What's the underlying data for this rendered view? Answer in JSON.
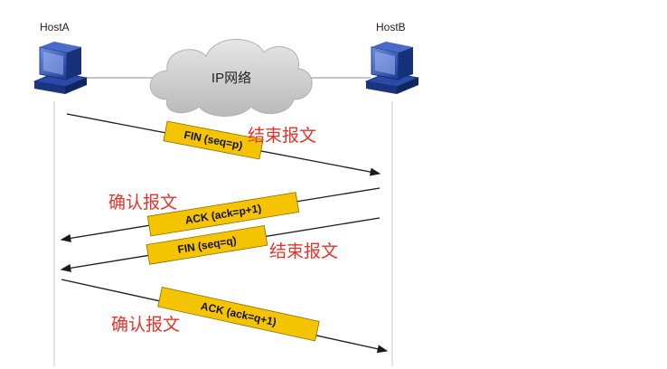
{
  "hosts": {
    "a": {
      "label": "HostA",
      "icon": "computer-icon"
    },
    "b": {
      "label": "HostB",
      "icon": "computer-icon"
    }
  },
  "network": {
    "label": "IP网络",
    "icon": "cloud-icon"
  },
  "messages": [
    {
      "label": "FIN (seq=p)",
      "direction": "A→B",
      "annotation": "结束报文"
    },
    {
      "label": "ACK (ack=p+1)",
      "direction": "B→A",
      "annotation": "确认报文"
    },
    {
      "label": "FIN (seq=q)",
      "direction": "B→A",
      "annotation": "结束报文"
    },
    {
      "label": "ACK (ack=q+1)",
      "direction": "A→B",
      "annotation": "确认报文"
    }
  ],
  "colors": {
    "message_box": "#f5c400",
    "annotation": "#e8322a",
    "computer": "#1f3f9e"
  }
}
